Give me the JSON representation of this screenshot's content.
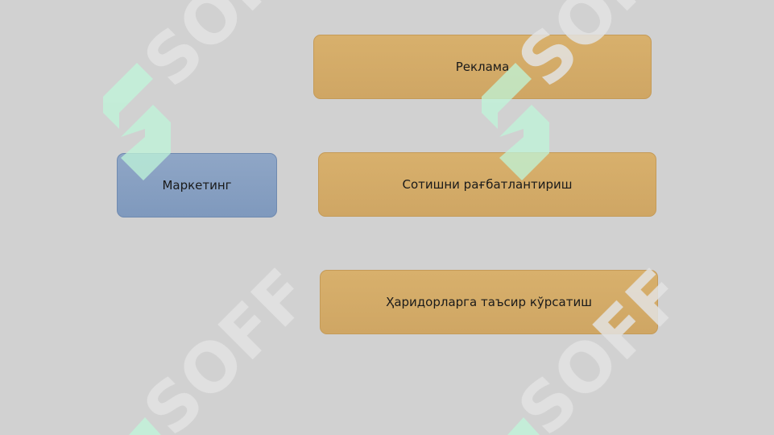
{
  "diagram": {
    "root": {
      "label": "Маркетинг",
      "color": "#8fa6c6"
    },
    "branches": [
      {
        "label": "Реклама",
        "color": "#d8b06c"
      },
      {
        "label": "Сотишни рағбатлантириш",
        "color": "#d8b06c"
      },
      {
        "label": "Ҳаридорларга таъсир кўрсатиш",
        "color": "#d8b06c"
      }
    ]
  },
  "watermark": {
    "text": "SOFF",
    "color": "#b9f0d4"
  },
  "background_color": "#d1d1d1"
}
